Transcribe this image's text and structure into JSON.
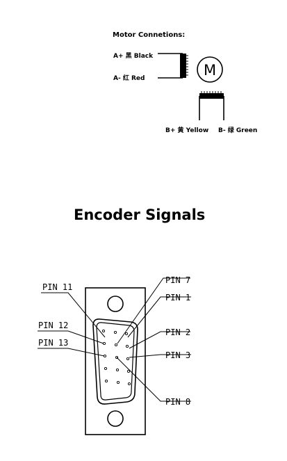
{
  "motor": {
    "title": "Motor Connetions:",
    "symbol": "M",
    "wires": {
      "a_plus": "A+ 黑 Black",
      "a_minus": "A- 红 Red",
      "b_plus": "B+ 黄 Yellow",
      "b_minus": "B- 绿 Green"
    }
  },
  "encoder": {
    "title": "Encoder Signals",
    "pins": {
      "pin11": "PIN 11",
      "pin12": "PIN 12",
      "pin13": "PIN 13",
      "pin7": "PIN 7",
      "pin1": "PIN 1",
      "pin2": "PIN 2",
      "pin3": "PIN 3",
      "pin8": "PIN 8"
    }
  }
}
